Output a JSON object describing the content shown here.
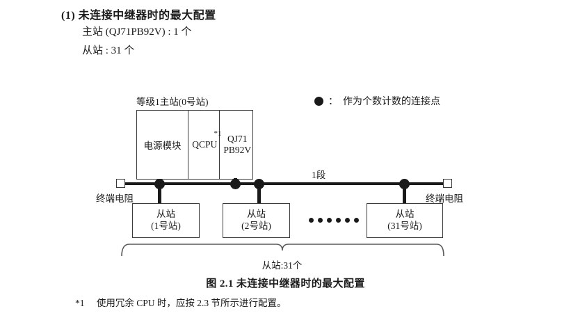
{
  "heading": {
    "title": "(1) 未连接中继器时的最大配置",
    "master_line": "主站 (QJ71PB92V) : 1 个",
    "slave_line": "从站 : 31 个"
  },
  "legend": {
    "symbol": "connection-point-dot",
    "separator": "：",
    "text": "作为个数计数的连接点"
  },
  "diagram": {
    "master_rack": {
      "label": "等级1主站(0号站)",
      "slots": [
        {
          "name": "power-supply-module",
          "text": "电源模块"
        },
        {
          "name": "cpu-module",
          "text": "QCPU",
          "footnote_marker": "*1"
        },
        {
          "name": "network-module",
          "line1": "QJ71",
          "line2": "PB92V"
        }
      ]
    },
    "bus": {
      "segment_label": "1段",
      "terminal_resistor_left": "终端电阻",
      "terminal_resistor_right": "终端电阻",
      "dot_count": 4
    },
    "slaves": [
      {
        "name": "slave-station-1",
        "line1": "从站",
        "line2": "(1号站)"
      },
      {
        "name": "slave-station-2",
        "line1": "从站",
        "line2": "(2号站)"
      },
      {
        "name": "slave-station-31",
        "line1": "从站",
        "line2": "(31号站)"
      }
    ],
    "ellipsis_dots": 6,
    "brace_caption": "从站:31个"
  },
  "figure_caption": "图 2.1  未连接中继器时的最大配置",
  "footnote": {
    "marker": "*1",
    "text": "使用冗余 CPU 时，应按 2.3 节所示进行配置。"
  },
  "colors": {
    "ink": "#1a1a1a",
    "stroke": "#3a3a3a",
    "background": "#ffffff"
  }
}
